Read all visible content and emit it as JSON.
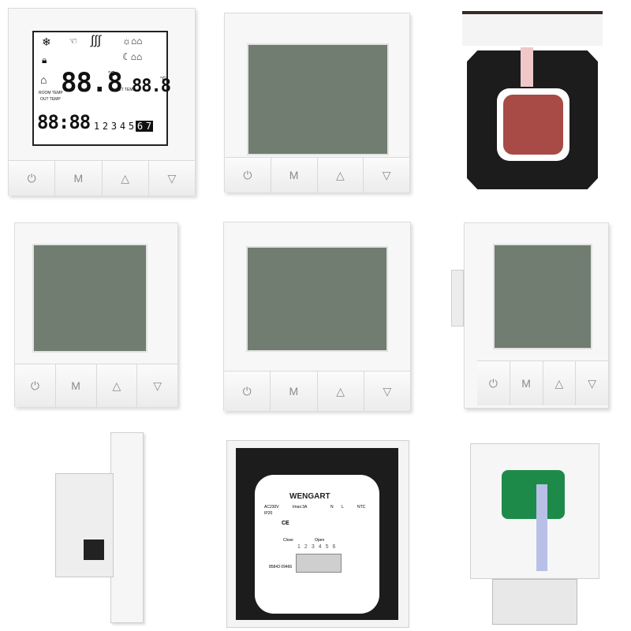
{
  "product": {
    "buttons": [
      "⏻",
      "M",
      "△",
      "▽"
    ]
  },
  "lcd": {
    "room_temp_value": "88.8",
    "room_temp_unit": "°C",
    "set_temp_value": "88.8",
    "set_temp_unit": "°C",
    "room_label": "ROOM TEMP",
    "out_label": "OUT TEMP",
    "set_label": "SET TEMP",
    "clock": "88:88",
    "days": [
      "1",
      "2",
      "3",
      "4",
      "5",
      "6",
      "7"
    ],
    "inverted_days": [
      "6",
      "7"
    ]
  },
  "back": {
    "brand": "WENGART",
    "spec_left": "AC230V",
    "spec_right": "Imax:3A",
    "terminal_numbers": [
      "1",
      "2",
      "3",
      "4",
      "5",
      "6"
    ],
    "terminal_label_n": "N",
    "terminal_label_l": "L",
    "terminal_label_ntc": "NTC",
    "close_label": "Close",
    "open_label": "Open",
    "ip_label": "IP20",
    "ce_mark": "CE",
    "serial": "85843 09466"
  },
  "colors": {
    "lcd_off": "#707d70",
    "casing": "#f7f7f7",
    "relay": "#a84a45",
    "pcb": "#1e8a4a"
  }
}
